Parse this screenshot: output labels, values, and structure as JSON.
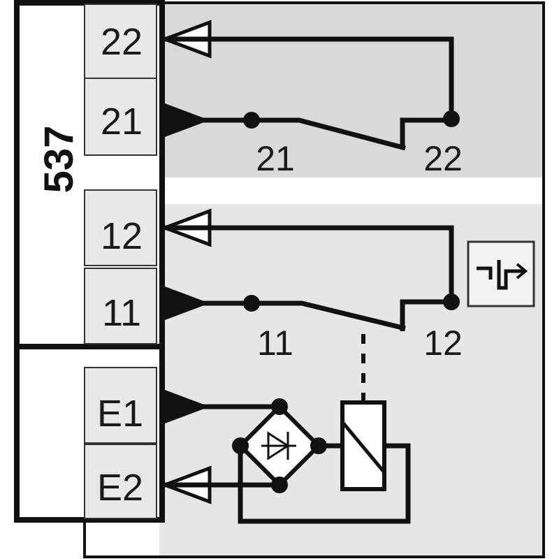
{
  "device": {
    "code": "537"
  },
  "terminals": [
    {
      "id": "t22",
      "label": "22"
    },
    {
      "id": "t21",
      "label": "21"
    },
    {
      "id": "t12",
      "label": "12"
    },
    {
      "id": "t11",
      "label": "11"
    },
    {
      "id": "tE1",
      "label": "E1"
    },
    {
      "id": "tE2",
      "label": "E2"
    }
  ],
  "contacts": {
    "upper": {
      "left_label": "21",
      "right_label": "22"
    },
    "lower": {
      "left_label": "11",
      "right_label": "12"
    }
  },
  "symbols": {
    "delay": "on-delay-symbol-icon",
    "bridge": "bridge-rectifier-icon",
    "coil": "relay-coil-icon",
    "arrow_in": "filled-arrow-icon",
    "arrow_out": "hollow-arrow-icon"
  },
  "colors": {
    "upper_section": "#d9d9d9",
    "lower_section": "#e6e6e6",
    "terminal_fill": "#e8e8e8",
    "line": "#111111"
  }
}
